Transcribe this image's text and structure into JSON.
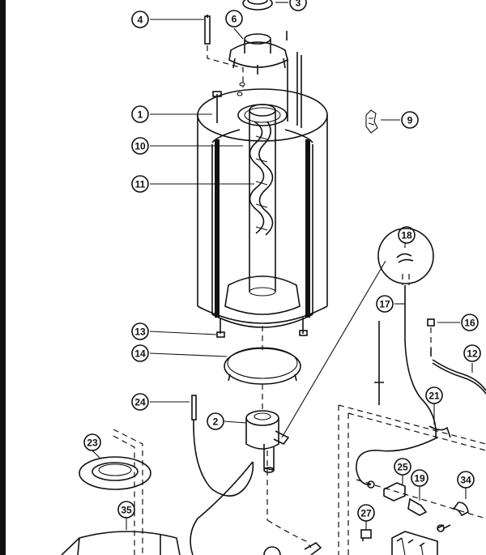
{
  "callouts": [
    {
      "label": "1"
    },
    {
      "label": "2"
    },
    {
      "label": "3"
    },
    {
      "label": "4"
    },
    {
      "label": "6"
    },
    {
      "label": "9"
    },
    {
      "label": "10"
    },
    {
      "label": "11"
    },
    {
      "label": "12"
    },
    {
      "label": "13"
    },
    {
      "label": "14"
    },
    {
      "label": "16"
    },
    {
      "label": "17"
    },
    {
      "label": "18"
    },
    {
      "label": "19"
    },
    {
      "label": "21"
    },
    {
      "label": "23"
    },
    {
      "label": "24"
    },
    {
      "label": "25"
    },
    {
      "label": "27"
    },
    {
      "label": "34"
    },
    {
      "label": "35"
    }
  ]
}
